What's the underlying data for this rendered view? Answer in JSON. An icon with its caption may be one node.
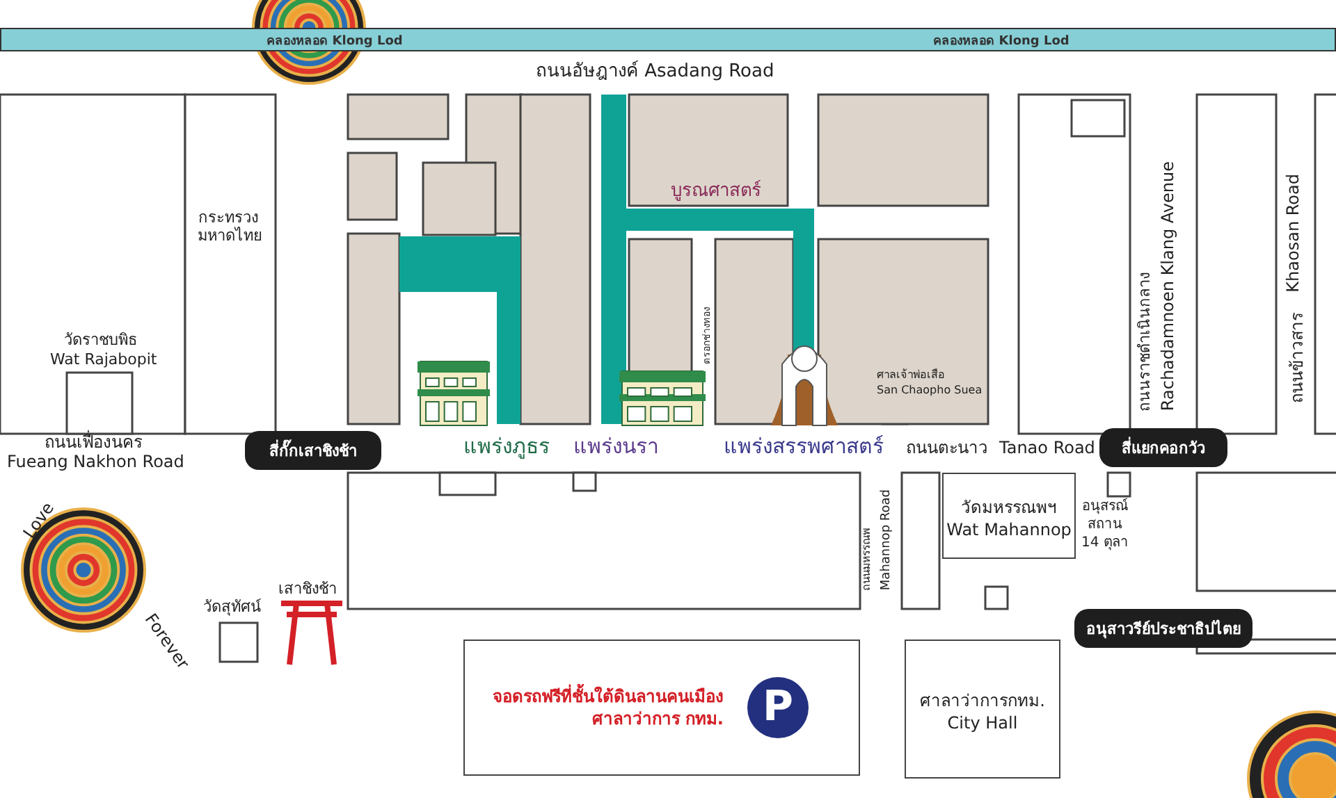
{
  "diagram": {
    "nodes": [
      {
        "text": [
          "คลองหลอด Klong Lod",
          "คลองหลอด Klong Lod"
        ]
      },
      {
        "text": [
          "สี่กั๊กเสาชิงช้า"
        ]
      },
      {
        "text": [
          "สี่แยกคอกวัว"
        ]
      },
      {
        "text": [
          "วัดมหรรณพฯ",
          "Wat Mahannop"
        ]
      },
      {
        "text": [
          "อนุสาวรีย์ประชาธิปไตย"
        ]
      },
      {
        "text": [
          "จอดรถฟรีที่ชั้นใต้ดินลานคนเมืองศาลาว่าการ กทม."
        ]
      },
      {
        "text": [
          "ศาลาว่าการกทม.",
          "City Hall"
        ]
      }
    ],
    "labels": [
      "ถนนอัษฎางค์  Asadang Road",
      "บูรณศาสตร์",
      "กระทรวงมหาดไทย",
      "ถนนราชดำเนินกลาง",
      "Rachadamnoen Klang Avenue",
      "ถนนข้าวสาร",
      "Khaosan Road",
      "วัดราชบพิธ",
      "Wat Rajabopit",
      "ตรอกช่างทอง",
      "ศาลเจ้าพ่อเสือ",
      "San Chaopho Suea",
      "ถนนเฟื่องนคร",
      "Fueang Nakhon Road",
      "แพร่งภูธร",
      "แพร่งนรา",
      "แพร่งสรรพศาสตร์",
      "ถนนตะนาว",
      "Tanao Road",
      "ถนนมหรรณพ",
      "Mahannop Road",
      "อนุสรณ์สถาน 14 ตุลา",
      "Love",
      "วัดสุทัศน์",
      "เสาชิงช้า",
      "Forever",
      "P"
    ]
  }
}
